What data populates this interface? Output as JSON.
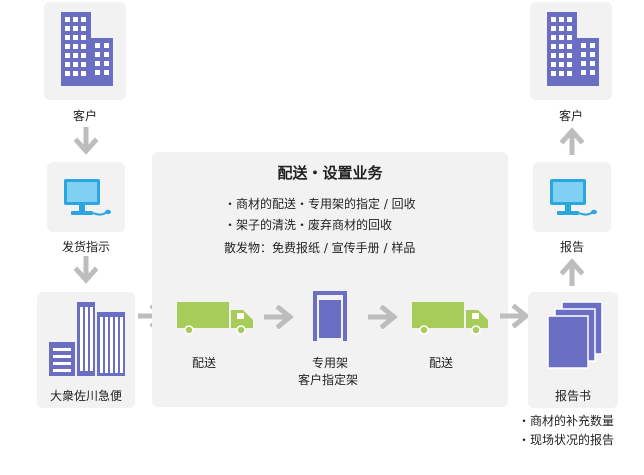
{
  "nodes": {
    "client_left": "客户",
    "dispatch_instruction": "发货指示",
    "sagawa": "大衆佐川急便",
    "client_right": "客户",
    "report": "报告",
    "report_book": "报告书"
  },
  "panel": {
    "title": "配送・设置业务",
    "line1": "・商材的配送・专用架的指定 / 回收",
    "line2": "・架子的清洗・废弃商材的回收",
    "line3": "散发物：免费报纸 / 宣传手册 / 样品",
    "delivery1": "配送",
    "rack_line1": "专用架",
    "rack_line2": "客户指定架",
    "delivery2": "配送"
  },
  "report_items": [
    "・商材的补充数量",
    "・现场状况的报告"
  ],
  "colors": {
    "building": "#6b6fc4",
    "truck": "#a8cc5a",
    "monitor": "#2aa6e0",
    "arrow": "#bdbdbd",
    "card": "#f2f2f2"
  }
}
